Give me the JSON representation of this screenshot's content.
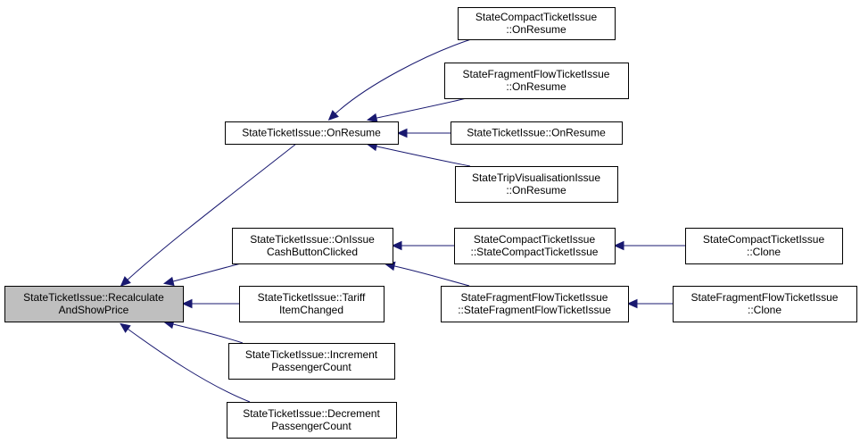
{
  "diagram": {
    "type": "doxygen-caller-graph",
    "colors": {
      "edge": "#191970",
      "root_fill": "#bfbfbf",
      "node_fill": "#ffffff",
      "border": "#000000"
    },
    "nodes": [
      {
        "id": "recalc",
        "root": true,
        "lines": [
          "StateTicketIssue::Recalculate",
          "AndShowPrice"
        ]
      },
      {
        "id": "onresume",
        "lines": [
          "StateTicketIssue::OnResume"
        ]
      },
      {
        "id": "cash",
        "lines": [
          "StateTicketIssue::OnIssue",
          "CashButtonClicked"
        ]
      },
      {
        "id": "tariff",
        "lines": [
          "StateTicketIssue::Tariff",
          "ItemChanged"
        ]
      },
      {
        "id": "incr",
        "lines": [
          "StateTicketIssue::Increment",
          "PassengerCount"
        ]
      },
      {
        "id": "decr",
        "lines": [
          "StateTicketIssue::Decrement",
          "PassengerCount"
        ]
      },
      {
        "id": "compact_onresume",
        "lines": [
          "StateCompactTicketIssue",
          "::OnResume"
        ]
      },
      {
        "id": "fragment_onresume",
        "lines": [
          "StateFragmentFlowTicketIssue",
          "::OnResume"
        ]
      },
      {
        "id": "ticket_onresume",
        "lines": [
          "StateTicketIssue::OnResume"
        ]
      },
      {
        "id": "trip_onresume",
        "lines": [
          "StateTripVisualisationIssue",
          "::OnResume"
        ]
      },
      {
        "id": "compact_ctor",
        "lines": [
          "StateCompactTicketIssue",
          "::StateCompactTicketIssue"
        ]
      },
      {
        "id": "fragment_ctor",
        "lines": [
          "StateFragmentFlowTicketIssue",
          "::StateFragmentFlowTicketIssue"
        ]
      },
      {
        "id": "compact_clone",
        "lines": [
          "StateCompactTicketIssue",
          "::Clone"
        ]
      },
      {
        "id": "fragment_clone",
        "lines": [
          "StateFragmentFlowTicketIssue",
          "::Clone"
        ]
      }
    ],
    "edges": [
      {
        "from": "onresume",
        "to": "recalc"
      },
      {
        "from": "cash",
        "to": "recalc"
      },
      {
        "from": "tariff",
        "to": "recalc"
      },
      {
        "from": "incr",
        "to": "recalc"
      },
      {
        "from": "decr",
        "to": "recalc"
      },
      {
        "from": "compact_onresume",
        "to": "onresume"
      },
      {
        "from": "fragment_onresume",
        "to": "onresume"
      },
      {
        "from": "ticket_onresume",
        "to": "onresume"
      },
      {
        "from": "trip_onresume",
        "to": "onresume"
      },
      {
        "from": "compact_ctor",
        "to": "cash"
      },
      {
        "from": "fragment_ctor",
        "to": "cash"
      },
      {
        "from": "compact_clone",
        "to": "compact_ctor"
      },
      {
        "from": "fragment_clone",
        "to": "fragment_ctor"
      }
    ]
  }
}
